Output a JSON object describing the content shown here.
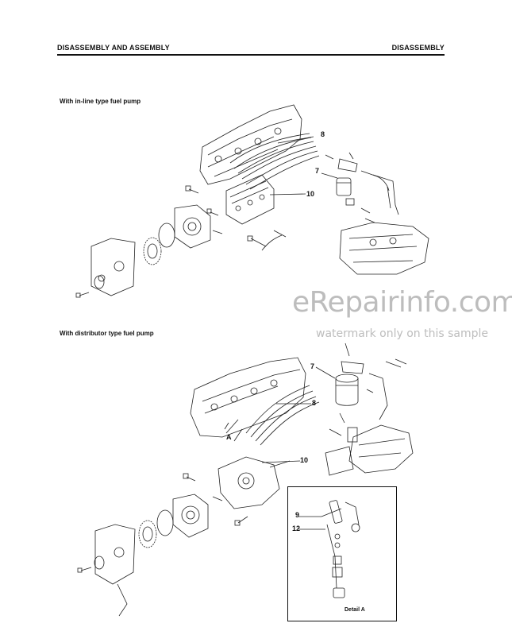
{
  "header": {
    "left": "DISASSEMBLY AND ASSEMBLY",
    "right": "DISASSEMBLY"
  },
  "captions": {
    "inline": "With in-line type fuel pump",
    "distributor": "With distributor type fuel pump"
  },
  "watermark": {
    "site": "eRepairinfo.com",
    "note": "watermark only on this sample"
  },
  "callouts": {
    "top_8": "8",
    "top_7": "7",
    "top_10": "10",
    "bot_7": "7",
    "bot_8": "8",
    "bot_10": "10",
    "bot_A": "A",
    "det_9": "9",
    "det_12": "12"
  },
  "detail": {
    "label": "Detail A"
  }
}
